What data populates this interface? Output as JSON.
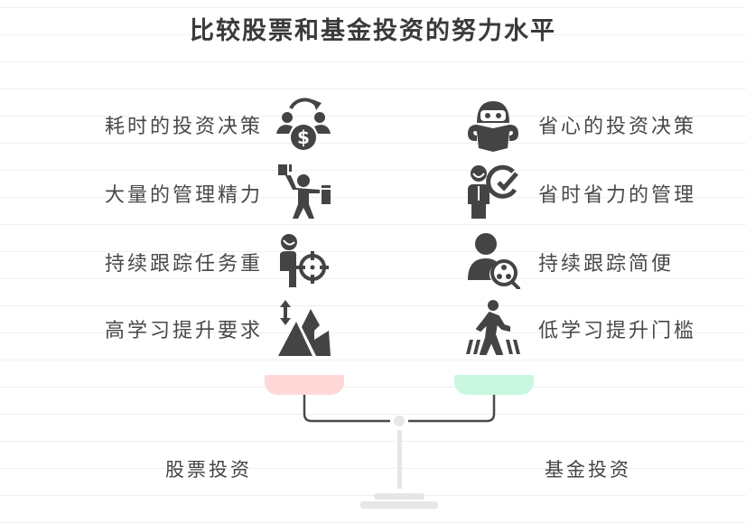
{
  "title": "比较股票和基金投资的努力水平",
  "left": {
    "name": "股票投资",
    "pan_color": "#ffd9d7",
    "items": [
      {
        "label": "耗时的投资决策",
        "icon": "people-exchange-money-icon"
      },
      {
        "label": "大量的管理精力",
        "icon": "person-juggling-tasks-icon"
      },
      {
        "label": "持续跟踪任务重",
        "icon": "person-target-icon"
      },
      {
        "label": "高学习提升要求",
        "icon": "mountain-arrow-icon"
      }
    ]
  },
  "right": {
    "name": "基金投资",
    "pan_color": "#c8f7e2",
    "items": [
      {
        "label": "省心的投资决策",
        "icon": "person-reading-icon"
      },
      {
        "label": "省时省力的管理",
        "icon": "person-checkmark-icon"
      },
      {
        "label": "持续跟踪简便",
        "icon": "person-search-icon"
      },
      {
        "label": "低学习提升门槛",
        "icon": "pedestrian-crossing-icon"
      }
    ]
  },
  "colors": {
    "icon": "#444444",
    "beam": "#4a4a4a",
    "stand": "#e6e6e6"
  }
}
